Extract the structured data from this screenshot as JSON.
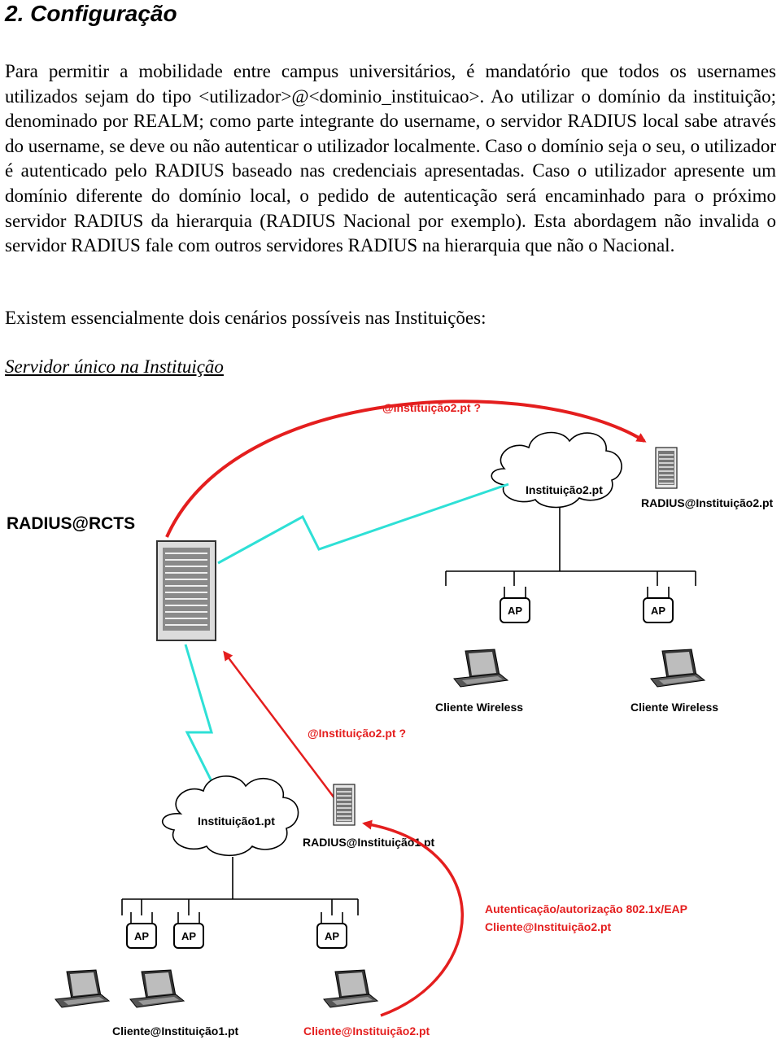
{
  "section": {
    "heading": "2. Configuração",
    "paragraph1": "Para permitir a mobilidade entre campus universitários, é mandatório que todos os usernames utilizados sejam do tipo <utilizador>@<dominio_instituicao>. Ao utilizar o domínio da instituição; denominado por REALM; como parte integrante do username, o servidor RADIUS local sabe através do username, se deve ou não autenticar o utilizador localmente. Caso o domínio seja o seu, o utilizador é autenticado pelo RADIUS baseado nas credenciais apresentadas. Caso o utilizador apresente um domínio diferente do domínio local, o pedido de autenticação será encaminhado para o próximo servidor RADIUS da hierarquia (RADIUS Nacional por exemplo). Esta abordagem não invalida o servidor RADIUS fale com outros servidores RADIUS na hierarquia que não o Nacional.",
    "paragraph2": "Existem essencialmente dois cenários possíveis nas Instituições:",
    "subheading": "Servidor único na Instituição"
  },
  "diagram": {
    "colors": {
      "red": "#e41e1e",
      "cyan": "#2ee0d6",
      "line": "#000000"
    },
    "top_request_label": "@Instituição2.pt ?",
    "national_server_label": "RADIUS@RCTS",
    "inst2": {
      "cloud_label": "Instituição2.pt",
      "server_label": "RADIUS@Instituição2.pt",
      "ap_labels": [
        "AP",
        "AP"
      ],
      "client_labels": [
        "Cliente Wireless",
        "Cliente Wireless"
      ]
    },
    "mid_request_label": "@Instituição2.pt ?",
    "inst1": {
      "cloud_label": "Instituição1.pt",
      "server_label": "RADIUS@Instituição1.pt",
      "ap_labels": [
        "AP",
        "AP",
        "AP"
      ],
      "client_label": "Cliente@Instituição1.pt",
      "visitor_label": "Cliente@Instituição2.pt"
    },
    "auth_note": {
      "line1": "Autenticação/autorização 802.1x/EAP",
      "line2": "Cliente@Instituição2.pt"
    }
  }
}
